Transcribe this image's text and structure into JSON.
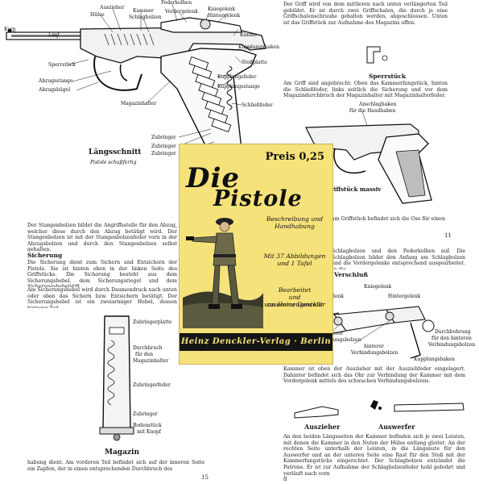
{
  "cover": {
    "price": "Preis 0,25",
    "title_line1": "Die",
    "title_line2": "Pistole 08",
    "subtitle_line1": "Beschreibung und",
    "subtitle_line2": "Handhabung",
    "figures_line1": "Mit 37 Abbildungen",
    "figures_line2": "und 1 Tafel",
    "editor_line1": "Bearbeitet",
    "editor_line2": "und zusammengestellt",
    "editor_line3": "von Heinz Denckler",
    "publisher": "Heinz Denckler-Verlag · Berlin C2"
  },
  "left_page_top": {
    "labels": {
      "korn": "Korn",
      "lauf": "Lauf",
      "auszieher": "Auszieher",
      "huelse": "Hülse",
      "kammer": "Kammer",
      "schlagbolzen": "Schlagbolzen",
      "federkolben": "Federkolben",
      "vordergelenk": "Vordergelenk",
      "kniegelenk": "Kniegelenk",
      "hintergelenk": "Hintergelenk",
      "kimme": "Kimme",
      "kupplungshaken": "Kupplungshaken",
      "stoßplatte": "Stoßplatte",
      "sperrstueck": "Sperrstück",
      "abzugstange": "Abzugsstange",
      "abzugsbuegel": "Abzugsbügel",
      "kupplungsfeder": "Kupplungsfeder",
      "kupplungsstange": "Kupplungsstange",
      "magazinhalter": "Magazinhalter",
      "schliessfeder": "Schließfeder",
      "zubringer1": "Zubringer",
      "zubringer2": "Zubringer",
      "zubringer3": "Zubringer"
    },
    "caption": "Längsschnitt",
    "subcaption": "Pistole schußfertig"
  },
  "left_page_bottom": {
    "para1": "Der Stangenbolzen bildet die Angriffsstelle für den Abzug, welcher diese durch den Abzug betätigt wird. Der Stangenbolzen ist mit der Stangenbolzenfeder vorn in der Abzugsbolzen und durch den Stangenbolzen selbst gehalten.",
    "section": "Sicherung",
    "para2": "Die Sicherung dient zum Sichern und Entsichern der Pistole. Sie ist hinten oben in der linken Seite des Griffstücks. Die Sicherung besteht aus dem Sicherungshebel, dem Sicherungsriegel und dem Sicherungshebelstift.",
    "para3": "Am Sicherungshebel wird durch Daumendruck nach unten oder oben das Sichern bzw. Entsichern betätigt. Der Sicherungshebel ist ein zweiarmiger Hebel, dessen hinterer Teil",
    "mag_labels": {
      "zubringerplatte": "Zubringerplatte",
      "durchbruch1": "Durchbruch",
      "durchbruch2": "für den",
      "durchbruch3": "Magazinhalter",
      "zubringerfeder": "Zubringerfeder",
      "zubringer": "Zubringer",
      "bodenstueck1": "Bodenstück",
      "bodenstueck2": "mit Knopf"
    },
    "mag_caption": "Magazin",
    "para4": "habung dient. Am vorderen Teil befindet sich auf der inneren Seite ein Zapfen, der in einen entsprechenden Durchbruch des",
    "page_number": "15"
  },
  "right_page_top": {
    "para1": "Der Griff wird von dem mittleren nach unten verlängerten Teil gebildet. Er ist durch zwei Griffschalen, die durch je eine Griffschalenschraube gehalten werden, abgeschlossen. Unten ist das Griffstück zur Aufnahme des Magazins offen.",
    "sperrstueck_caption": "Sperrstück",
    "para2": "Am Griff sind angebracht: Oben das Kammerfangstück, hinten die Schließfeder, links seitlich die Sicherung und vor dem Magazindurchbruch der Magazinhalter mit Magazinhalterfeder.",
    "label_ansch1": "Anschlaghaken",
    "label_ansch2": "für die Handhaben",
    "grip_caption": "Griffstück massiv",
    "para3": "am Griffstück befindet sich die Öse für einen",
    "page_number": "11"
  },
  "right_page_bottom": {
    "para1": "Schlagbolzen und den Federkolben auf. Die Schlagbolzen bildet den Anfang am Schlagbolzen und die Vordergelenke entsprechend ausgearbeitet. In die",
    "section": "Verschluß",
    "labels": {
      "kniegelenk": "Kniegelenk",
      "vordergelenk": "Vordergelenk",
      "hintergelenk": "Hintergelenk",
      "vorderer1": "vorderer",
      "vorderer2": "Verbindungsbolzen",
      "hinterer1": "hinterer",
      "hinterer2": "Verbindungsbolzen",
      "durchbohrung1": "Durchbohrung",
      "durchbohrung2": "für den hinteren",
      "durchbohrung3": "Verbindungsbolzen",
      "kupplungshaken": "Kupplungshaken"
    },
    "para2": "Kammer ist oben der Auszieher mit der Ausziehfeder eingelagert. Dahinter befindet sich das Ohr zur Verbindung der Kammer mit dem Vordergelenk mittels des schwachen Verbindungsbolzens.",
    "cap_auszieher": "Auszieher",
    "cap_auswerfer": "Auswerfer",
    "para3": "An den beiden Längsseiten der Kammer befinden sich je zwei Leisten, mit denen die Kammer in den Nuten der Hülse entlang gleitet. An der rechten Seite unterhalb der Leisten, in die Längsnute für den Auswerfer und an der unteren Seite eine Rast für den Stoß mit der Kammerfangstücks eingerichtet. Der Schlagbolzen entzündet die Patrone. Er ist zur Aufnahme der Schlagbolzenfeder hohl gebohrt und verläuft nach vorn",
    "page_number": "8"
  }
}
